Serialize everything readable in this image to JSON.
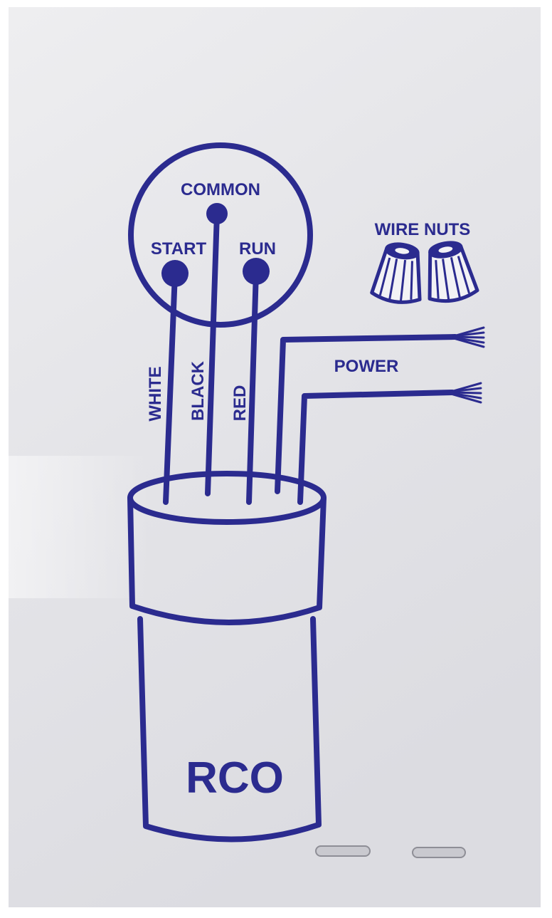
{
  "colors": {
    "ink": "#2b2b8f",
    "paper": "#e6e6e9",
    "frame": "#ffffff"
  },
  "terminals": {
    "common": "COMMON",
    "start": "START",
    "run": "RUN"
  },
  "wires": {
    "white": "WHITE",
    "black": "BLACK",
    "red": "RED"
  },
  "wire_nuts": {
    "label": "WIRE NUTS",
    "icon": "wire-nut-icon"
  },
  "power": {
    "label": "POWER"
  },
  "relay": {
    "label": "RCO"
  }
}
